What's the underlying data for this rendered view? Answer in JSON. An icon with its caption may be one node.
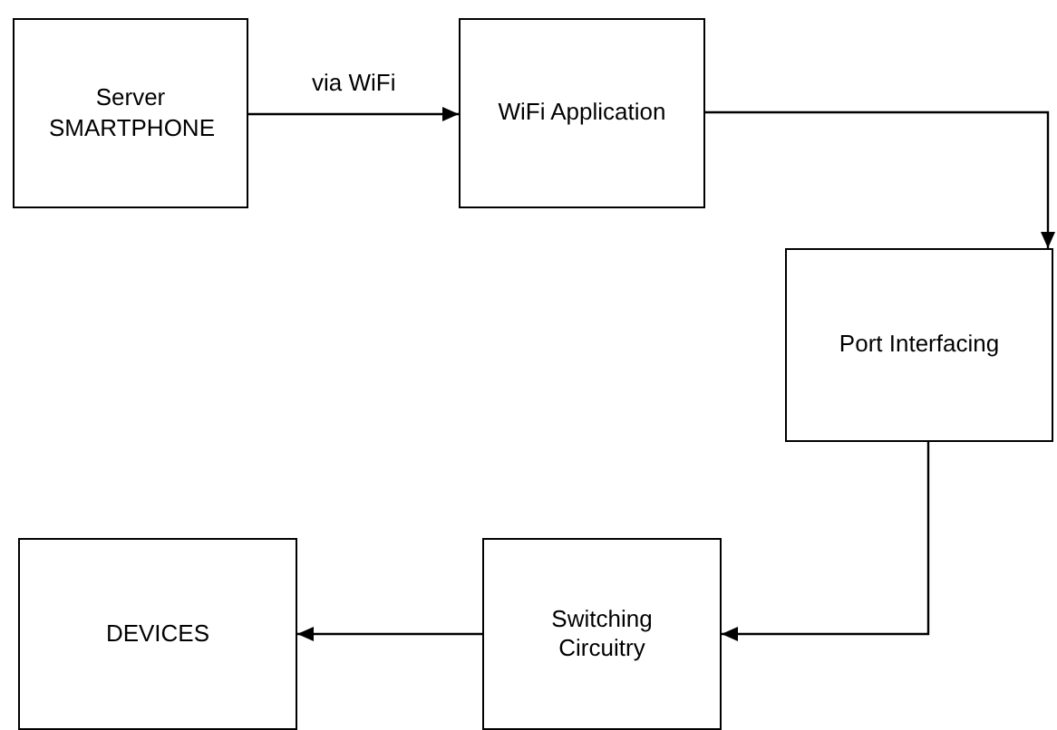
{
  "diagram": {
    "nodes": [
      {
        "text": [
          "Server SMARTPHONE"
        ]
      },
      {
        "text": [
          "WiFi Application"
        ]
      },
      {
        "text": [
          "Port Interfacing"
        ]
      },
      {
        "text": [
          "Switching Circuitry"
        ]
      },
      {
        "text": [
          "DEVICES"
        ]
      }
    ],
    "edges": [
      {
        "from": 0,
        "to": 1,
        "arrow": "to",
        "label": "via WiFi"
      },
      {
        "from": 1,
        "to": 2,
        "arrow": "to"
      },
      {
        "from": 2,
        "to": 3,
        "arrow": "to"
      },
      {
        "from": 3,
        "to": 4,
        "arrow": "to"
      }
    ]
  }
}
